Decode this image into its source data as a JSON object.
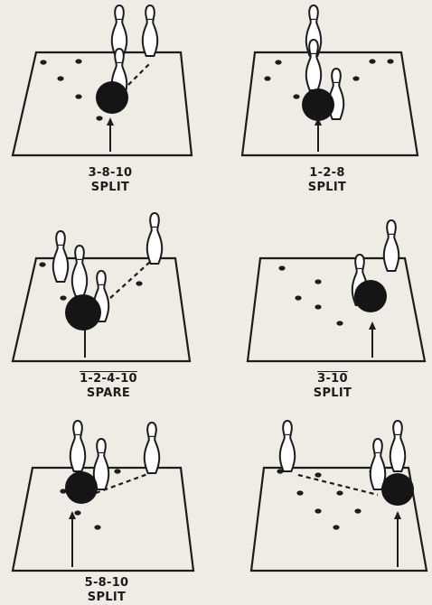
{
  "diagrams": [
    {
      "line1": "3-8-10",
      "line2": "SPLIT"
    },
    {
      "line1": "1-2-8",
      "line2": "SPLIT"
    },
    {
      "line1": "1-2-4-10",
      "line2": "SPARE"
    },
    {
      "line1": "3-10",
      "line2": "SPLIT"
    },
    {
      "line1": "5-8-10",
      "line2": "SPLIT"
    },
    {
      "line1": "",
      "line2": ""
    }
  ],
  "colors": {
    "ink": "#1c1c1c",
    "paper": "#efece6",
    "pin": "#ffffff",
    "ball": "#151515"
  }
}
